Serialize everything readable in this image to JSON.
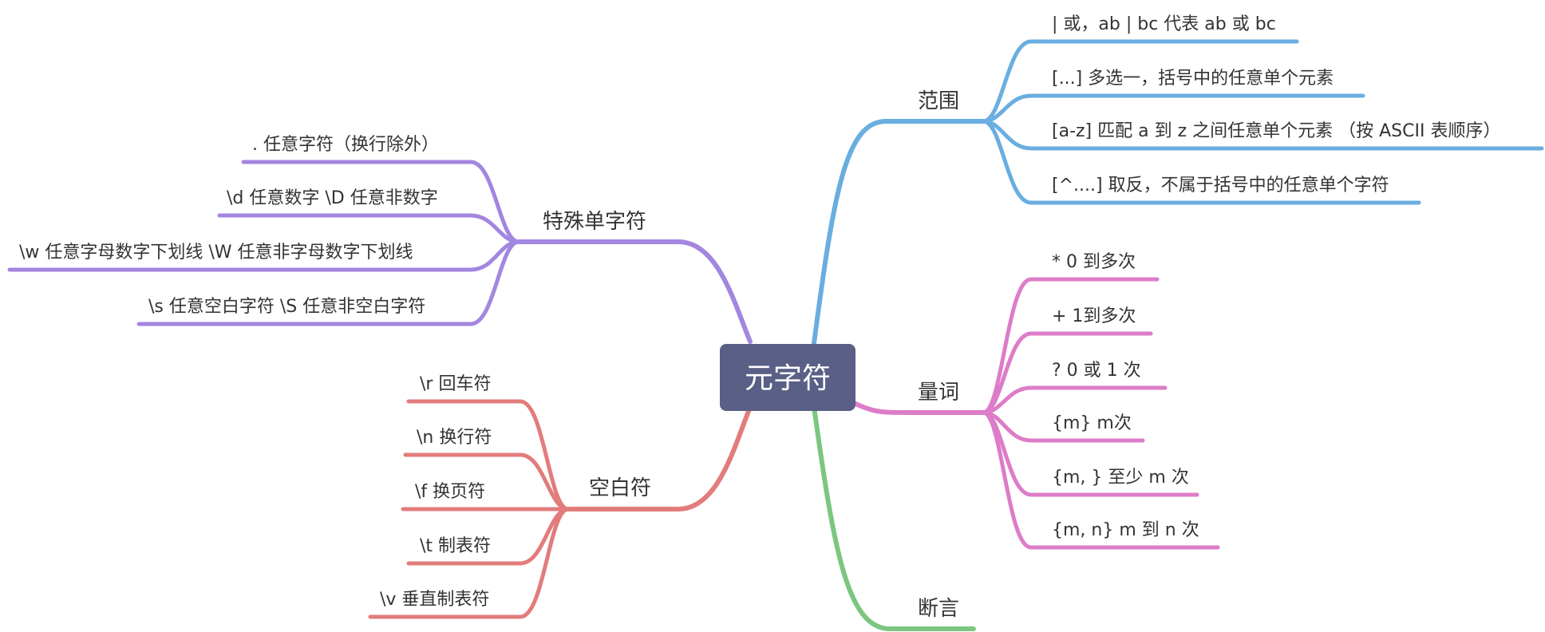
{
  "root": {
    "label": "元字符",
    "color": "#5a5f86"
  },
  "branches": [
    {
      "id": "range",
      "label": "范围",
      "color": "#6aaee0",
      "items": [
        "| 或，ab | bc 代表 ab 或 bc",
        "[...] 多选一，括号中的任意单个元素",
        "[a-z] 匹配 a 到 z 之间任意单个元素 （按 ASCII 表顺序）",
        "[^....] 取反，不属于括号中的任意单个字符"
      ]
    },
    {
      "id": "quantifier",
      "label": "量词",
      "color": "#dd7cc8",
      "items": [
        "* 0 到多次",
        "+ 1到多次",
        "?   0 或 1 次",
        "{m} m次",
        "{m, } 至少 m 次",
        "{m, n} m 到 n 次"
      ]
    },
    {
      "id": "assertion",
      "label": "断言",
      "color": "#7cc680",
      "items": []
    },
    {
      "id": "special",
      "label": "特殊单字符",
      "color": "#a386e0",
      "items": [
        ". 任意字符（换行除外）",
        "\\d 任意数字 \\D 任意非数字",
        "\\w 任意字母数字下划线 \\W 任意非字母数字下划线",
        "\\s 任意空白字符 \\S 任意非空白字符"
      ]
    },
    {
      "id": "whitespace",
      "label": "空白符",
      "color": "#e27c7c",
      "items": [
        "\\r 回车符",
        "\\n 换行符",
        "\\f 换页符",
        "\\t 制表符",
        "\\v 垂直制表符"
      ]
    }
  ]
}
